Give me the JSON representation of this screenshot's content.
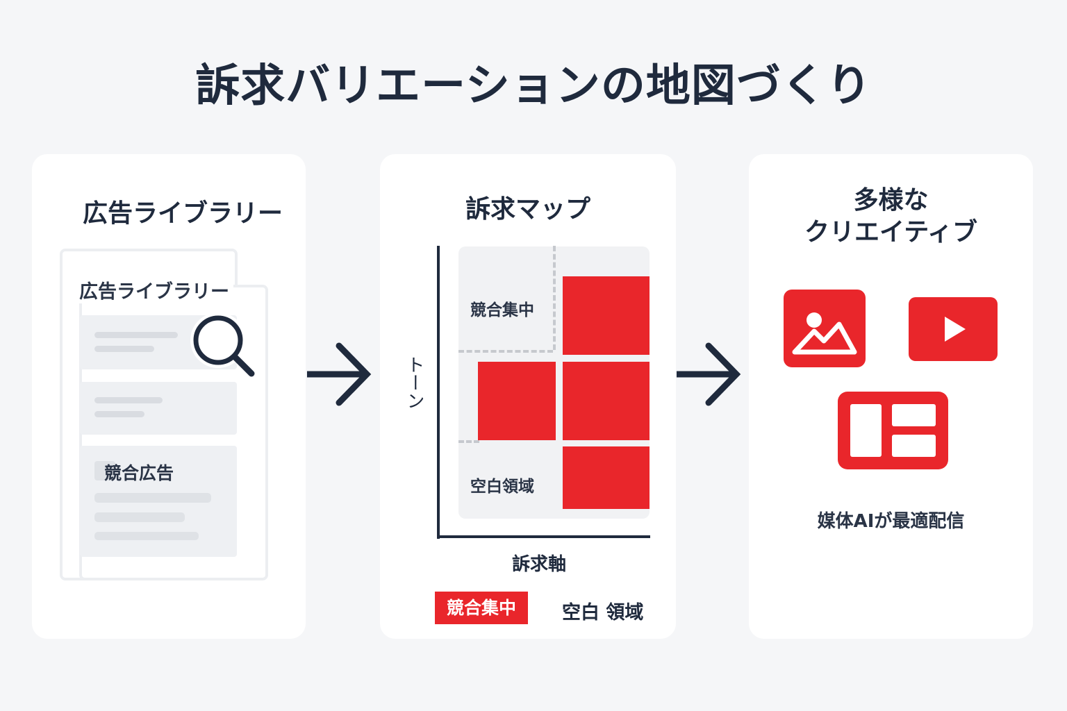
{
  "title": "訴求バリエーションの地図づくり",
  "colors": {
    "accent_red": "#e9262b",
    "navy": "#1f2a3d",
    "background": "#f5f6f8"
  },
  "panel_library": {
    "heading": "広告ライブラリー",
    "doc_label": "広告ライブラリー",
    "ad_label": "競合広告",
    "icon": "magnifier-icon"
  },
  "panel_map": {
    "heading": "訴求マップ",
    "y_axis": "トーン",
    "x_axis": "訴求軸",
    "cell_top_left": "競合集中",
    "cell_bottom_left": "空白領域",
    "legend_red": "競合集中",
    "legend_plain": "空白 領域"
  },
  "panel_creative": {
    "heading_line1": "多様な",
    "heading_line2": "クリエイティブ",
    "icons": [
      "image-icon",
      "video-play-icon",
      "layout-icon"
    ],
    "caption": "媒体AIが最適配信"
  }
}
